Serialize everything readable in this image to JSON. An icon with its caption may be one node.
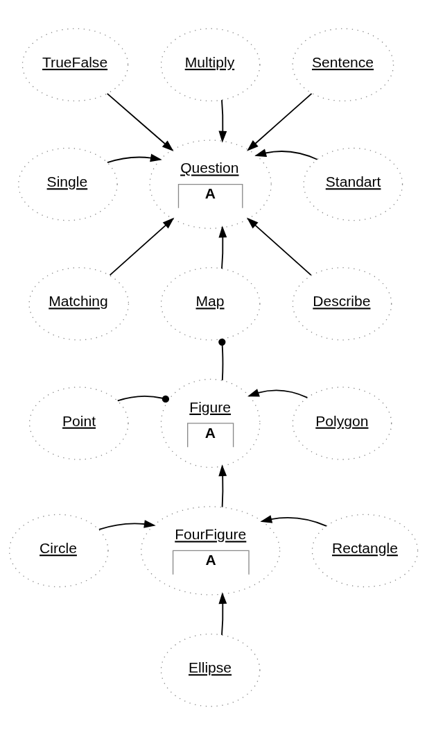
{
  "diagram": {
    "nodes": [
      {
        "text": [
          "TrueFalse"
        ]
      },
      {
        "text": [
          "Multiply"
        ]
      },
      {
        "text": [
          "Sentence"
        ]
      },
      {
        "text": [
          "Question",
          "A"
        ]
      },
      {
        "text": [
          "Single"
        ]
      },
      {
        "text": [
          "Standart"
        ]
      },
      {
        "text": [
          "Matching"
        ]
      },
      {
        "text": [
          "Map"
        ]
      },
      {
        "text": [
          "Describe"
        ]
      },
      {
        "text": [
          "Figure",
          "A"
        ]
      },
      {
        "text": [
          "Point"
        ]
      },
      {
        "text": [
          "Polygon"
        ]
      },
      {
        "text": [
          "FourFigure",
          "A"
        ]
      },
      {
        "text": [
          "Circle"
        ]
      },
      {
        "text": [
          "Rectangle"
        ]
      },
      {
        "text": [
          "Ellipse"
        ]
      }
    ],
    "edges": [
      {
        "from": 0,
        "to": 3,
        "arrow": "to"
      },
      {
        "from": 1,
        "to": 3,
        "arrow": "to"
      },
      {
        "from": 2,
        "to": 3,
        "arrow": "to"
      },
      {
        "from": 4,
        "to": 3,
        "arrow": "to"
      },
      {
        "from": 5,
        "to": 3,
        "arrow": "to"
      },
      {
        "from": 6,
        "to": 3,
        "arrow": "to"
      },
      {
        "from": 7,
        "to": 3,
        "arrow": "to"
      },
      {
        "from": 8,
        "to": 3,
        "arrow": "to"
      },
      {
        "from": 7,
        "to": 9,
        "arrow": "other"
      },
      {
        "from": 9,
        "to": 10,
        "arrow": "other"
      },
      {
        "from": 11,
        "to": 9,
        "arrow": "to"
      },
      {
        "from": 12,
        "to": 9,
        "arrow": "to"
      },
      {
        "from": 13,
        "to": 12,
        "arrow": "to"
      },
      {
        "from": 14,
        "to": 12,
        "arrow": "to"
      },
      {
        "from": 15,
        "to": 12,
        "arrow": "to"
      }
    ]
  }
}
